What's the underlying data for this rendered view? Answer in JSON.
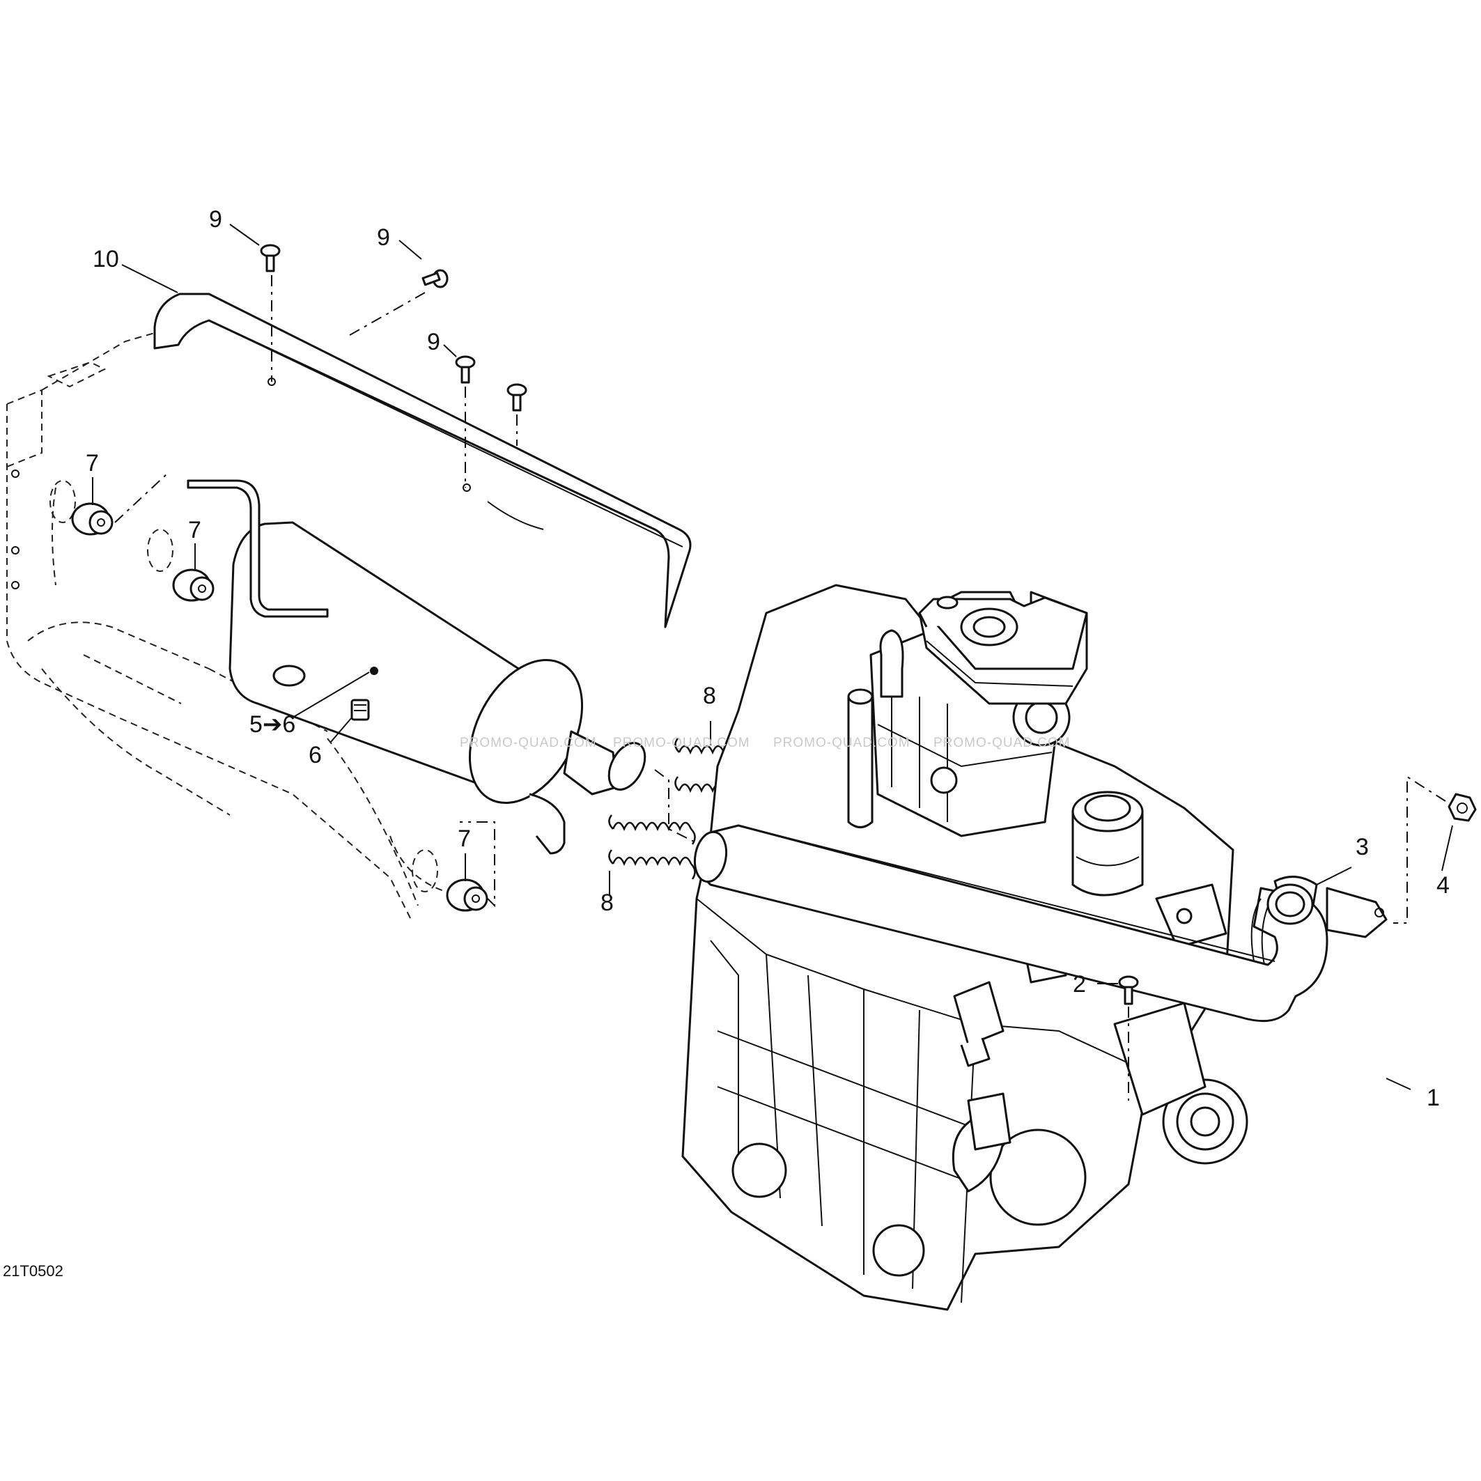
{
  "diagram": {
    "figure_code": "21T0502",
    "watermark": "PROMO-QUAD.COM",
    "callouts": {
      "c1": "1",
      "c2": "2",
      "c3": "3",
      "c4": "4",
      "c5": "5➔6",
      "c6": "6",
      "c7a": "7",
      "c7b": "7",
      "c7c": "7",
      "c8a": "8",
      "c8b": "8",
      "c9a": "9",
      "c9b": "9",
      "c9c": "9",
      "c10": "10"
    }
  }
}
